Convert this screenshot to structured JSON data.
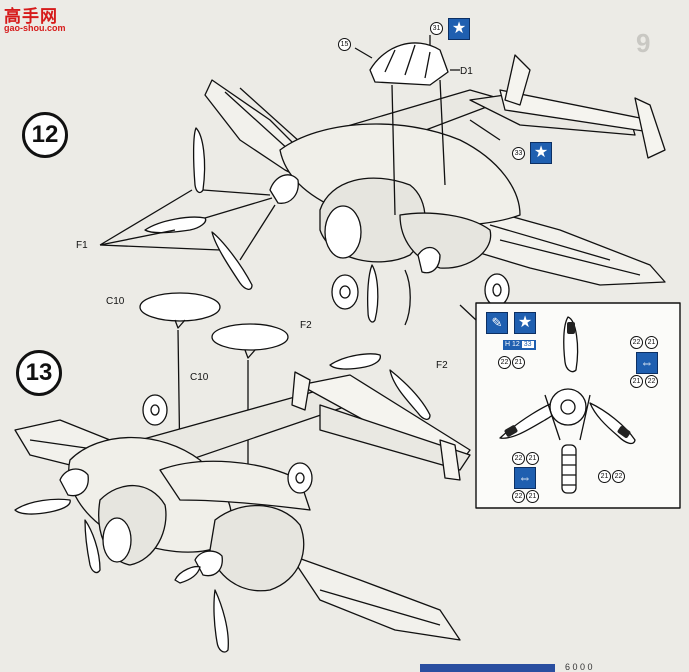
{
  "watermark": {
    "title": "高手网",
    "url": "gao-shou.com"
  },
  "steps": {
    "step12": "12",
    "step13": "13"
  },
  "faint_step": "9",
  "parts": {
    "d1": "D1",
    "f1": "F1",
    "c10_a": "C10",
    "c10_b": "C10",
    "f2_a": "F2",
    "f2_b": "F2"
  },
  "callouts": {
    "c_left_canopy": "15",
    "c_right_canopy": "31",
    "c_tail": "33"
  },
  "inset": {
    "paint_code": "H",
    "paint_num_a": "12",
    "paint_num_b": "33",
    "tag_top_l": "22",
    "tag_top_r": "21",
    "tag_left_a": "22",
    "tag_left_b": "21",
    "tag_right_a": "21",
    "tag_right_b": "22",
    "tag_bot_a": "22",
    "tag_bot_b": "21",
    "tag_br_a": "21",
    "tag_br_b": "22"
  },
  "bottom_text": "6 0 0 0"
}
